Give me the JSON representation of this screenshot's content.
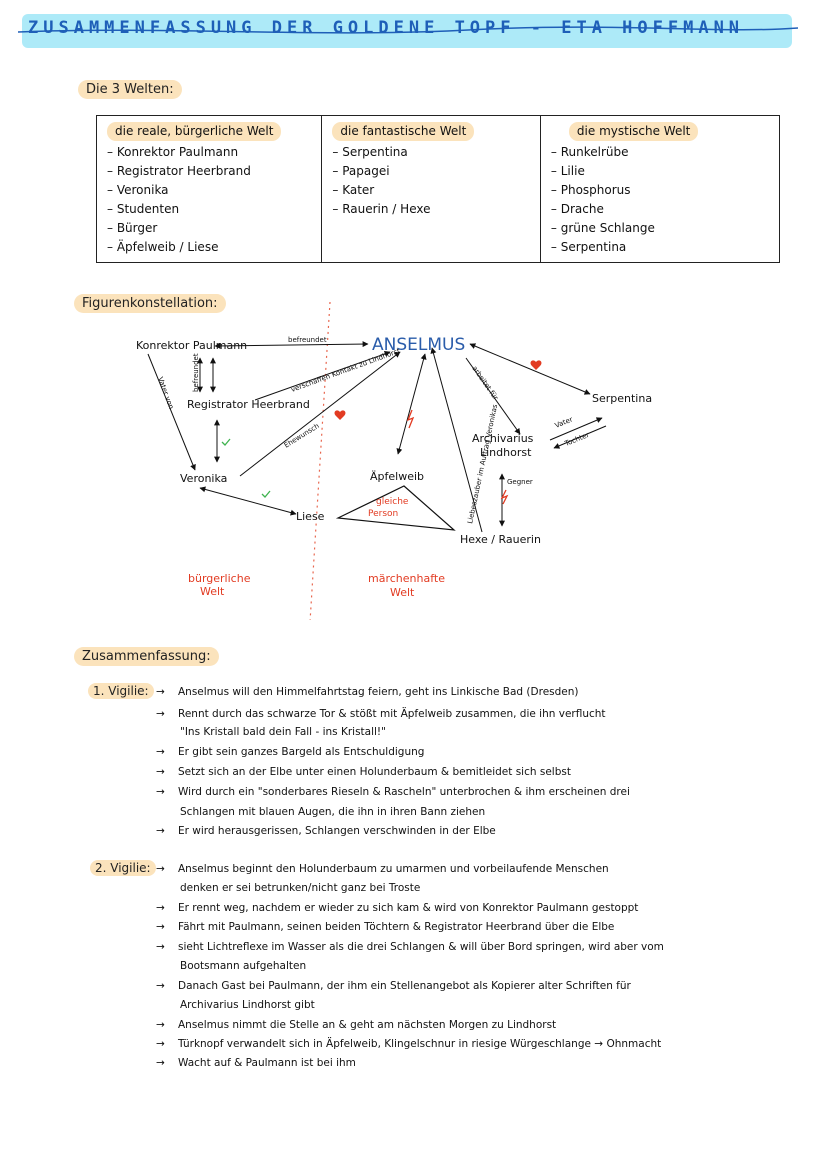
{
  "title": "ZUSAMMENFASSUNG DER GOLDENE TOPF - ETA HOFFMANN",
  "worlds_heading": "Die 3 Welten:",
  "worlds": [
    {
      "heading": "die reale, bürgerliche Welt",
      "items": [
        "Konrektor Paulmann",
        "Registrator Heerbrand",
        "Veronika",
        "Studenten",
        "Bürger",
        "Äpfelweib / Liese"
      ]
    },
    {
      "heading": "die fantastische Welt",
      "items": [
        "Serpentina",
        "Papagei",
        "Kater",
        "Rauerin / Hexe"
      ]
    },
    {
      "heading": "die mystische Welt",
      "items": [
        "Runkelrübe",
        "Lilie",
        "Phosphorus",
        "Drache",
        "grüne Schlange",
        "Serpentina"
      ]
    }
  ],
  "constellation_heading": "Figurenkonstellation:",
  "diagram": {
    "anselmus": "ANSELMUS",
    "paulmann": "Konrektor Paulmann",
    "heerbrand": "Registrator Heerbrand",
    "veronika": "Veronika",
    "liese": "Liese",
    "aepfelweib": "Äpfelweib",
    "hexe": "Hexe / Rauerin",
    "serpentina": "Serpentina",
    "lindhorst_1": "Archivarius",
    "lindhorst_2": "Lindhorst",
    "befreundet": "befreundet",
    "befreundet_v": "befreundet",
    "vater_von": "Vater von",
    "verschaffen": "verschaffen Kontakt zu Lindhorst",
    "ehewunsch": "Ehewunsch",
    "arbeitet_fuer": "arbeitet für",
    "vater": "Vater",
    "tochter": "Tochter",
    "gegner": "Gegner",
    "liebeszauber": "Liebeszauber im Auftrag Veronikas",
    "gleiche_1": "gleiche",
    "gleiche_2": "Person",
    "buergerlich_1": "bürgerliche",
    "buergerlich_2": "Welt",
    "maerchen_1": "märchenhafte",
    "maerchen_2": "Welt"
  },
  "summary_heading": "Zusammenfassung:",
  "vigilien": [
    {
      "label": "1. Vigilie:",
      "lines": [
        "Anselmus will den Himmelfahrtstag feiern, geht ins Linkische Bad (Dresden)",
        "Rennt durch das schwarze Tor & stößt mit Äpfelweib zusammen, die ihn verflucht",
        "\"Ins Kristall bald dein Fall - ins Kristall!\"",
        "Er gibt sein ganzes Bargeld als Entschuldigung",
        "Setzt sich an der Elbe unter einen Holunderbaum & bemitleidet sich selbst",
        "Wird durch ein \"sonderbares Rieseln & Rascheln\" unterbrochen & ihm erscheinen drei",
        "Schlangen mit blauen Augen, die ihn in ihren Bann ziehen",
        "Er wird herausgerissen, Schlangen verschwinden in der Elbe"
      ]
    },
    {
      "label": "2. Vigilie:",
      "lines": [
        "Anselmus beginnt den Holunderbaum zu umarmen und vorbeilaufende Menschen",
        "denken er sei betrunken/nicht ganz bei Troste",
        "Er rennt weg, nachdem er wieder zu sich kam & wird von Konrektor Paulmann gestoppt",
        "Fährt mit Paulmann, seinen beiden Töchtern & Registrator Heerbrand über die Elbe",
        "sieht Lichtreflexe im Wasser als die drei Schlangen & will über Bord springen, wird aber vom",
        "Bootsmann aufgehalten",
        "Danach Gast bei Paulmann, der ihm ein Stellenangebot als Kopierer alter Schriften für",
        "Archivarius Lindhorst gibt",
        "Anselmus nimmt die Stelle an & geht am nächsten Morgen zu Lindhorst",
        "Türknopf verwandelt sich in Äpfelweib, Klingelschnur in riesige Würgeschlange",
        "Wacht auf & Paulmann ist bei ihm"
      ],
      "ohnmacht": "Ohnmacht"
    }
  ],
  "colors": {
    "highlight": "#fbe3bc",
    "title_band": "#9fe6f7",
    "title_text": "#1e5fb8",
    "anselmus": "#2a5caa",
    "red": "#e23b22",
    "green": "#3fb34f"
  }
}
